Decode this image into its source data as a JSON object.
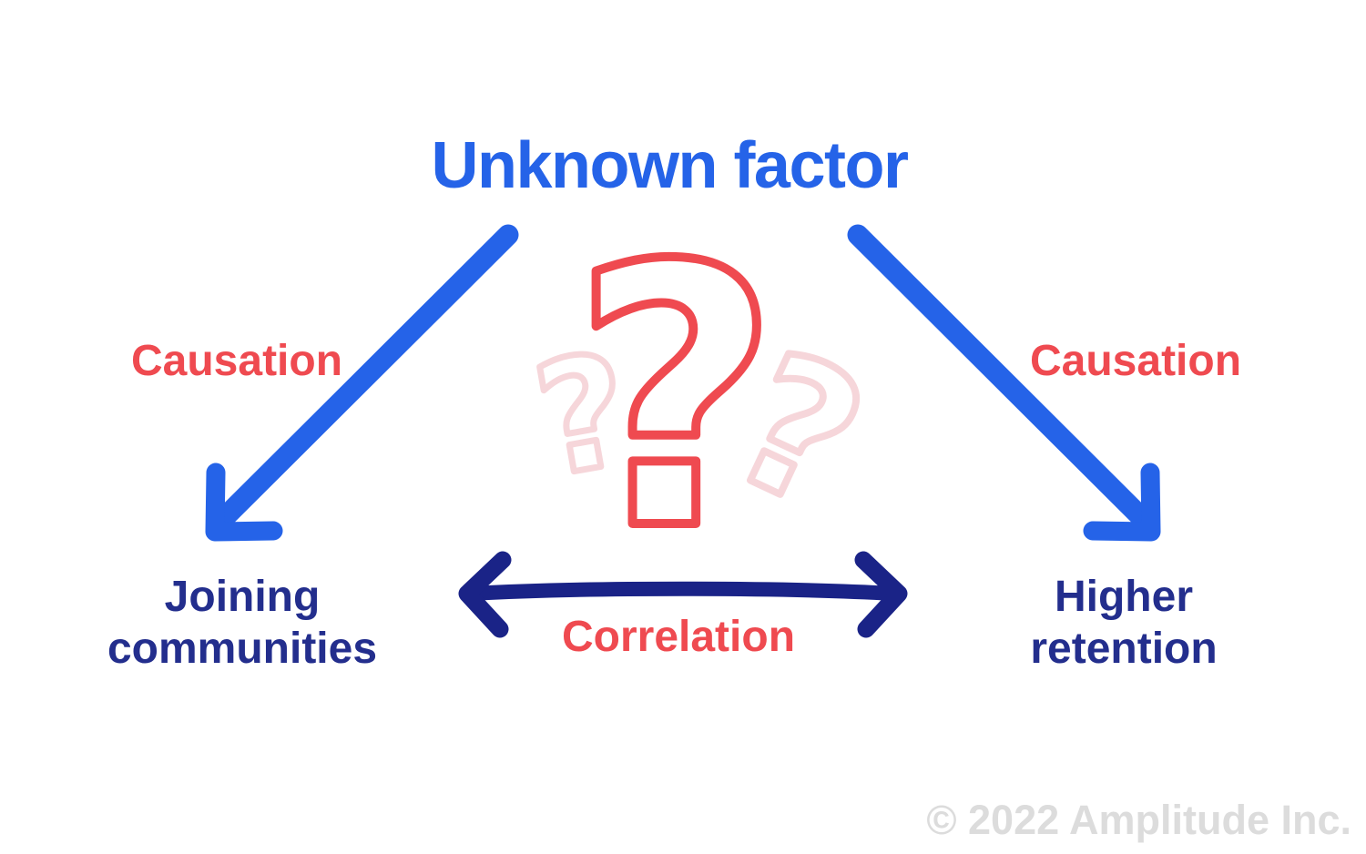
{
  "diagram": {
    "title": "Unknown factor",
    "causation_left": "Causation",
    "causation_right": "Causation",
    "correlation": "Correlation",
    "question_mark": "?",
    "node_left_line1": "Joining",
    "node_left_line2": "communities",
    "node_right_line1": "Higher",
    "node_right_line2": "retention",
    "copyright": "© 2022 Amplitude Inc."
  },
  "colors": {
    "accent_blue": "#2563e8",
    "navy_arrow": "#1a2387",
    "navy_text": "#232e8d",
    "red": "#ef4a50",
    "faded_pink": "#f6d6da",
    "watermark_gray": "#dcdcdc",
    "background": "#ffffff"
  }
}
